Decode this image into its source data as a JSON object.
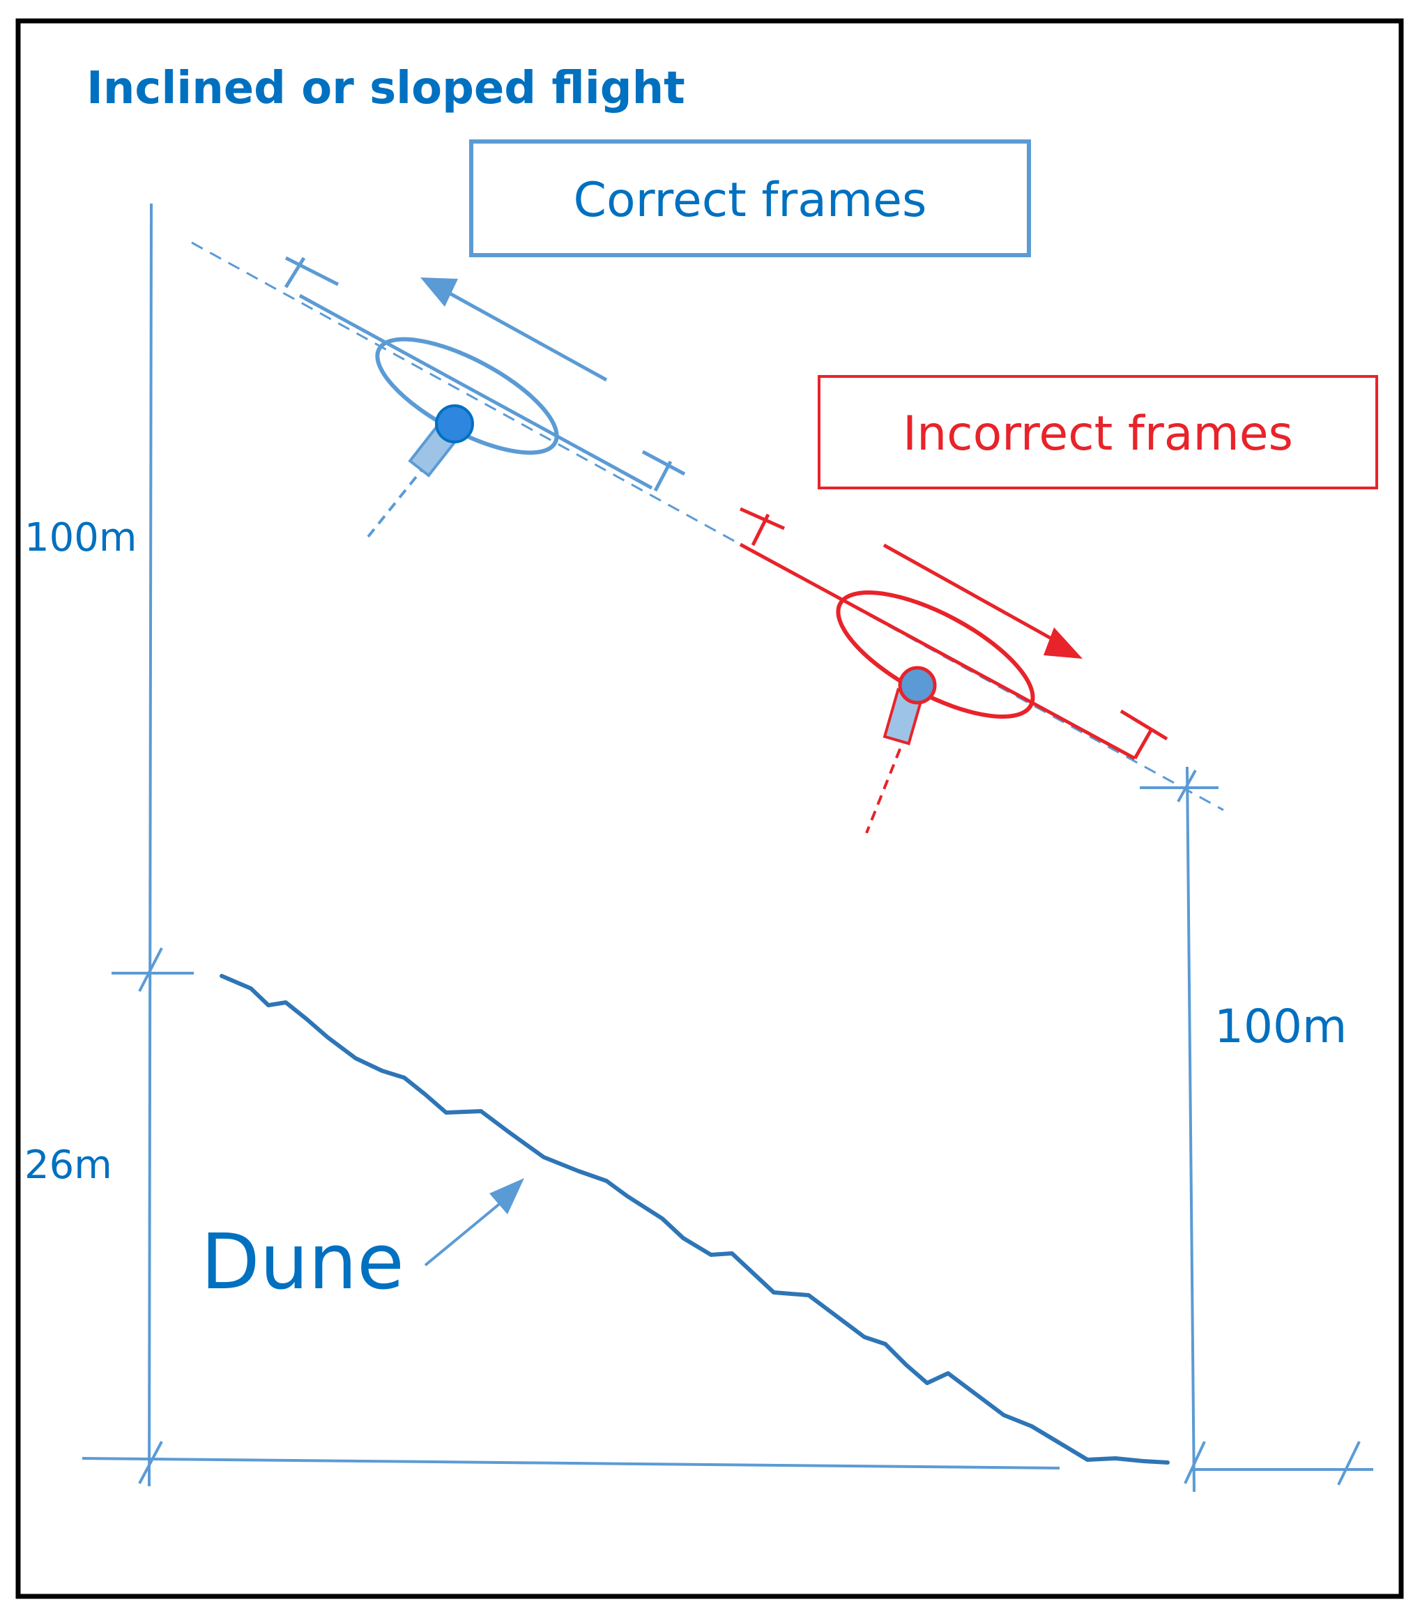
{
  "title": "Inclined or sloped flight",
  "correct_label": "Correct frames",
  "incorrect_label": "Incorrect frames",
  "height_left_top": "100m",
  "height_left_bottom": "26m",
  "height_right": "100m",
  "dune_label": "Dune",
  "colors": {
    "blue": "#0070c0",
    "light_blue": "#5b9bd5",
    "red": "#e8232a",
    "frame": "#000000"
  },
  "icons": {
    "correct_drone": "drone-icon",
    "incorrect_drone": "drone-icon",
    "correct_camera": "camera-icon",
    "incorrect_camera": "camera-icon"
  }
}
